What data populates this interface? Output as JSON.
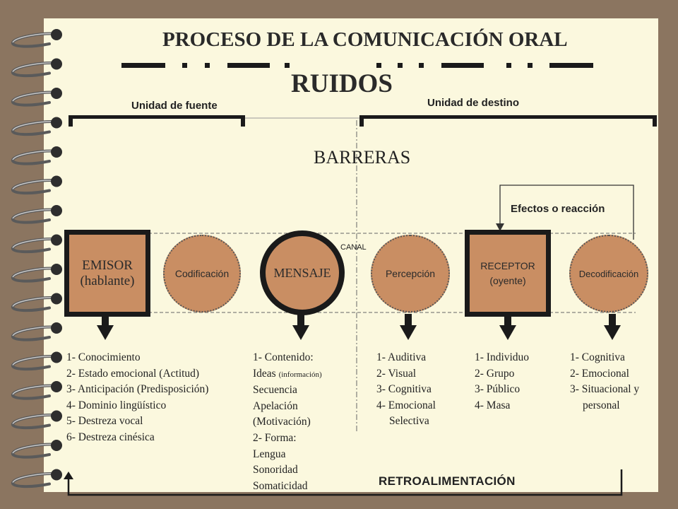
{
  "title": "PROCESO DE LA COMUNICACIÓN ORAL",
  "ruidos": "RUIDOS",
  "unidad_fuente": "Unidad de fuente",
  "unidad_destino": "Unidad de destino",
  "barreras": "BARRERAS",
  "efectos": "Efectos o reacción",
  "canal": "CANAL",
  "emisor": {
    "line1": "EMISOR",
    "line2": "(hablante)"
  },
  "codificacion": "Codificación",
  "mensaje": "MENSAJE",
  "percepcion": "Percepción",
  "receptor": {
    "line1": "RECEPTOR",
    "line2": "(oyente)"
  },
  "decodificacion": "Decodificación",
  "emisor_list": [
    "1- Conocimiento",
    "2- Estado emocional (Actitud)",
    "3- Anticipación (Predisposición)",
    "4- Dominio lingüístico",
    "5- Destreza vocal",
    "6- Destreza cinésica"
  ],
  "mensaje_list": {
    "line1": "1- Contenido:",
    "line2_main": "Ideas ",
    "line2_small": "(información)",
    "rest": [
      "Secuencia",
      "Apelación",
      "(Motivación)",
      "2- Forma:",
      "Lengua",
      "Sonoridad",
      "Somaticidad"
    ]
  },
  "percepcion_list": [
    "1- Auditiva",
    "2- Visual",
    "3- Cognitiva",
    "4- Emocional",
    "Selectiva"
  ],
  "receptor_list": [
    "1- Individuo",
    "2- Grupo",
    "3- Público",
    "4- Masa"
  ],
  "decod_list": [
    "1- Cognitiva",
    "2- Emocional",
    "3- Situacional y",
    "personal"
  ],
  "retroalimentacion": "RETROALIMENTACIÓN",
  "colors": {
    "background": "#8b7560",
    "paper": "#fbf8de",
    "node_fill": "#c98e63",
    "ink": "#1a1a1a"
  }
}
